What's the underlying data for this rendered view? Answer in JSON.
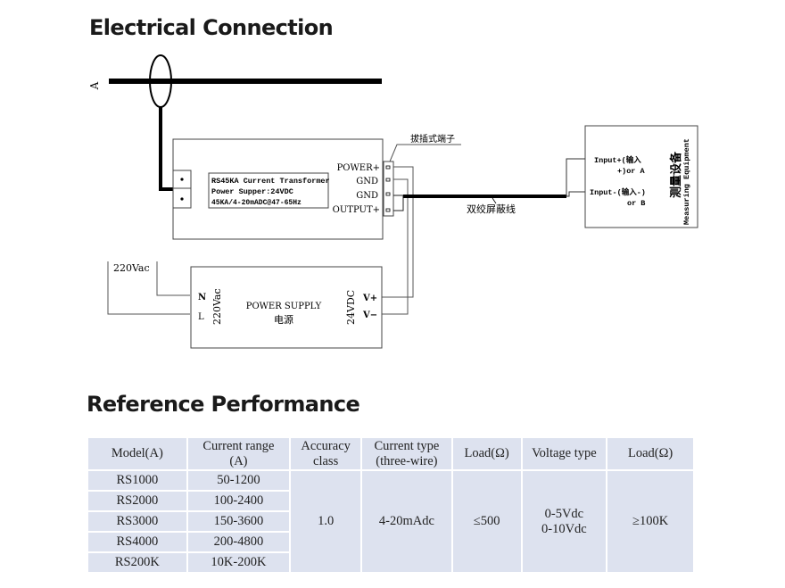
{
  "sections": {
    "electrical_title": "Electrical Connection",
    "reference_title": "Reference Performance"
  },
  "diagram": {
    "bus_label": "A",
    "transformer": {
      "label_line1": "RS45KA Current Transformer",
      "label_line2": "Power Supper:24VDC",
      "label_line3": "45KA/4-20mADC@47-65Hz",
      "terminals": [
        "POWER+",
        "GND",
        "GND",
        "OUTPUT+"
      ],
      "terminal_block_label": "拔插式端子"
    },
    "cable_label": "双绞屏蔽线",
    "power_supply": {
      "input_label": "220Vac",
      "pin_n": "N",
      "pin_l": "L",
      "input_rating": "220Vac",
      "title": "POWER SUPPLY",
      "title_cn": "电源",
      "output_rating": "24VDC",
      "pin_vplus": "V+",
      "pin_vminus": "V−"
    },
    "equipment": {
      "input_plus_line1": "Input+(输入",
      "input_plus_line2": "+)or A",
      "input_minus_line1": "Input-(输入-)",
      "input_minus_line2": "or B",
      "title_cn": "测量设备",
      "title_en": "Measuring Equipment"
    }
  },
  "table": {
    "headers": [
      [
        "Model(A)"
      ],
      [
        "Current range",
        "(A)"
      ],
      [
        "Accuracy",
        "class"
      ],
      [
        "Current type",
        "(three-wire)"
      ],
      [
        "Load(Ω)"
      ],
      [
        "Voltage type"
      ],
      [
        "Load(Ω)"
      ]
    ],
    "rows": [
      {
        "model": "RS1000",
        "range": "50-1200"
      },
      {
        "model": "RS2000",
        "range": "100-2400"
      },
      {
        "model": "RS3000",
        "range": "150-3600"
      },
      {
        "model": "RS4000",
        "range": "200-4800"
      },
      {
        "model": "RS200K",
        "range": "10K-200K"
      }
    ],
    "accuracy": "1.0",
    "current_type": "4-20mAdc",
    "current_load": "≤500",
    "voltage_type_line1": "0-5Vdc",
    "voltage_type_line2": "0-10Vdc",
    "voltage_load": "≥100K"
  }
}
